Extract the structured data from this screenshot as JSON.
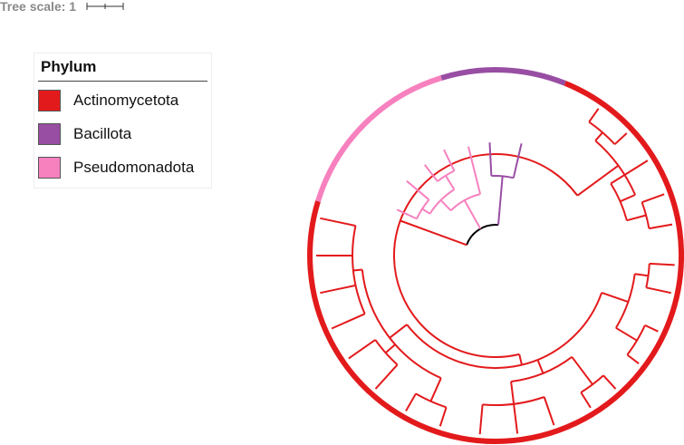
{
  "scale": {
    "label": "Tree scale: 1"
  },
  "legend": {
    "title": "Phylum",
    "items": [
      {
        "label": "Actinomycetota",
        "color": "#e31a1c"
      },
      {
        "label": "Bacillota",
        "color": "#984ea3"
      },
      {
        "label": "Pseudomonadota",
        "color": "#f781bf"
      }
    ]
  },
  "tree": {
    "layout": "circular",
    "branch_color_internal": "#000000",
    "clades": [
      {
        "phylum": "Actinomycetota",
        "color": "#e31a1c"
      },
      {
        "phylum": "Bacillota",
        "color": "#984ea3"
      },
      {
        "phylum": "Pseudomonadota",
        "color": "#f781bf"
      }
    ]
  }
}
